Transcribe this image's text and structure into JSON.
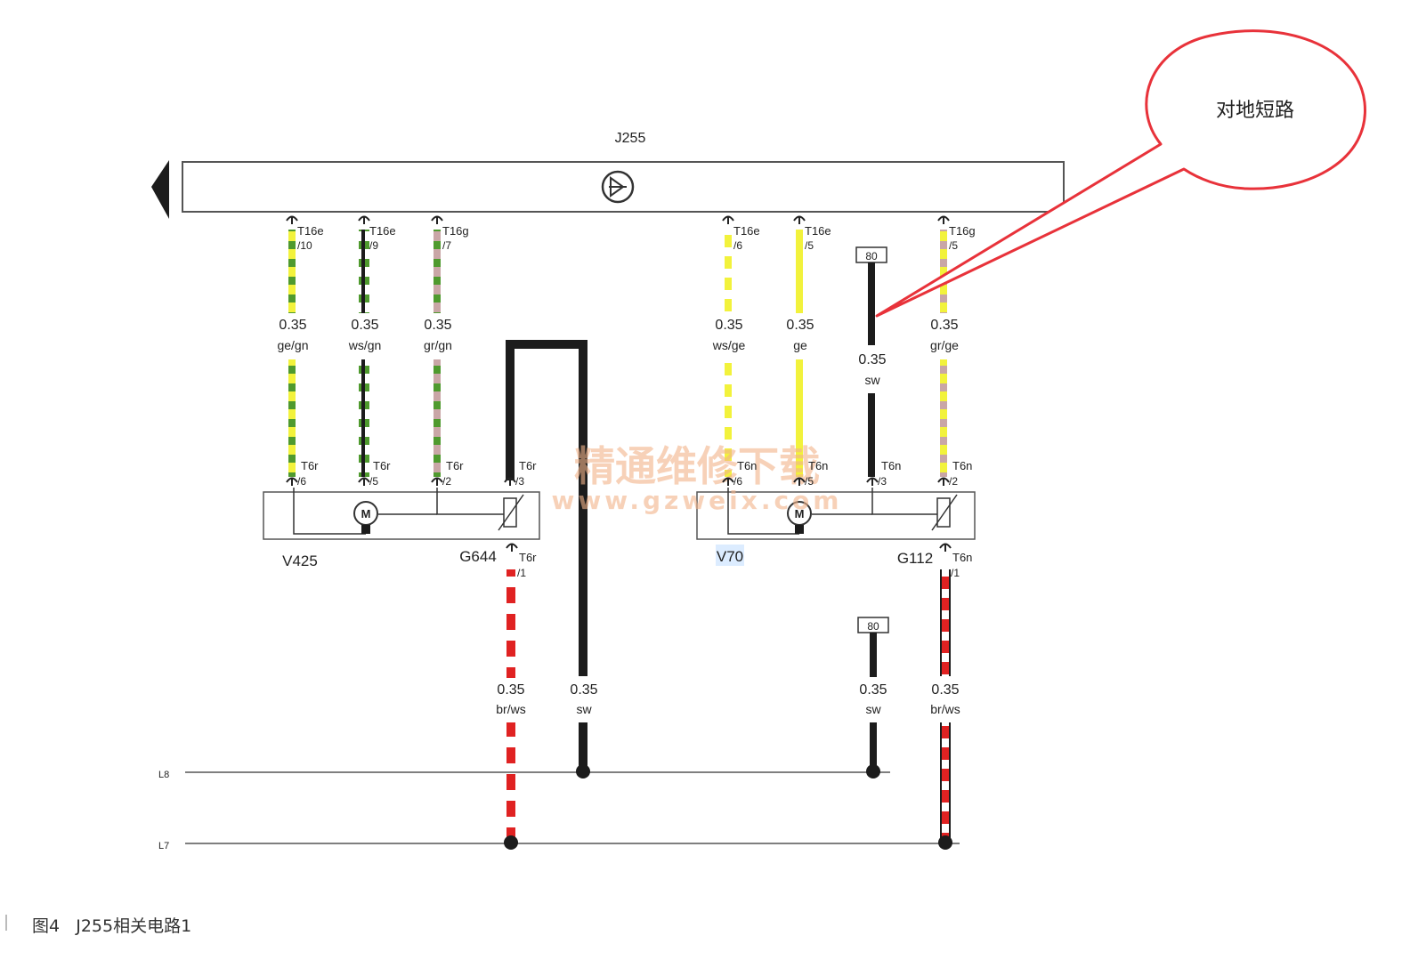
{
  "module": {
    "name": "J255"
  },
  "pins_top": [
    {
      "conn": "T16e",
      "pin": "/10",
      "size": "0.35",
      "color": "ge/gn"
    },
    {
      "conn": "T16e",
      "pin": "/9",
      "size": "0.35",
      "color": "ws/gn"
    },
    {
      "conn": "T16g",
      "pin": "/7",
      "size": "0.35",
      "color": "gr/gn"
    },
    {
      "conn": "T16e",
      "pin": "/6",
      "size": "0.35",
      "color": "ws/ge"
    },
    {
      "conn": "T16e",
      "pin": "/5",
      "size": "0.35",
      "color": "ge"
    },
    {
      "conn": "T16g",
      "pin": "/5",
      "size": "0.35",
      "color": "gr/ge"
    }
  ],
  "pins_bottom": [
    {
      "conn": "T6r",
      "pin": "/6"
    },
    {
      "conn": "T6r",
      "pin": "/5"
    },
    {
      "conn": "T6r",
      "pin": "/2"
    },
    {
      "conn": "T6r",
      "pin": "/3"
    },
    {
      "conn": "T6n",
      "pin": "/6"
    },
    {
      "conn": "T6n",
      "pin": "/5"
    },
    {
      "conn": "T6n",
      "pin": "/3"
    },
    {
      "conn": "T6n",
      "pin": "/2"
    }
  ],
  "pins_lower": [
    {
      "conn": "T6r",
      "pin": "/1"
    },
    {
      "conn": "T6n",
      "pin": "/1"
    }
  ],
  "components": {
    "v425": "V425",
    "g644": "G644",
    "v70": "V70",
    "g112": "G112",
    "motor": "M"
  },
  "ground": {
    "label": "80",
    "size": "0.35",
    "color": "sw"
  },
  "wires_lower": [
    {
      "size": "0.35",
      "color": "br/ws"
    },
    {
      "size": "0.35",
      "color": "sw"
    },
    {
      "size": "0.35",
      "color": "sw"
    },
    {
      "size": "0.35",
      "color": "br/ws"
    }
  ],
  "rails": {
    "l8": "L8",
    "l7": "L7"
  },
  "callout": {
    "text": "对地短路"
  },
  "watermark": {
    "line1": "精通维修下载",
    "line2": "www.gzweix.com"
  },
  "caption": {
    "figure": "图4",
    "title": "J255相关电路1"
  },
  "colors": {
    "ge": "#f2f23c",
    "gn": "#4f9a2e",
    "ws": "#ffffff",
    "gr": "#c9a6a6",
    "sw": "#1c1c1c",
    "br_ws_red": "#e02222",
    "callout_red": "#e8323a"
  }
}
